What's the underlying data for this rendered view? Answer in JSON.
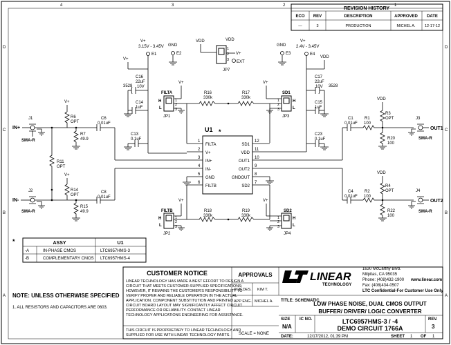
{
  "border": {
    "cols_top": [
      "4",
      "3",
      "2",
      "1"
    ],
    "rows_side": [
      "D",
      "C",
      "B",
      "A"
    ]
  },
  "revision": {
    "title": "REVISION HISTORY",
    "headers": [
      "ECO",
      "REV",
      "DESCRIPTION",
      "APPROVED",
      "DATE"
    ],
    "row": [
      "—",
      "3",
      "PRODUCTION",
      "MICHEL A.",
      "12-17-12"
    ]
  },
  "supplies": {
    "vplus1": "V+",
    "range1": "3.15V - 3.45V",
    "e1": "E1",
    "gnd1": "GND",
    "e2": "E2",
    "vplus2": "V+",
    "range2": "2.4V - 3.45V",
    "e4": "E4",
    "gnd2": "GND",
    "e3": "E3",
    "vdd_a": "VDD",
    "vdd_b": "VDD",
    "jp7_vplus": "V+",
    "jp7_ext": "EXT",
    "jp7": "JP7",
    "vdd_c": "VDD"
  },
  "parts": {
    "c16": [
      "C16",
      "22uF",
      "10V",
      "3528"
    ],
    "c17": [
      "C17",
      "22uF",
      "10V",
      "3528"
    ],
    "c14": [
      "C14",
      "1uF"
    ],
    "c15": [
      "C15",
      "1uF"
    ],
    "c13": [
      "C13",
      "0.1uF"
    ],
    "c23": [
      "C23",
      "0.1uF"
    ],
    "c6": [
      "C6",
      "0.01uF"
    ],
    "c8": [
      "C8",
      "0.01uF"
    ],
    "c1": [
      "C1",
      "0.01uF"
    ],
    "c4": [
      "C4",
      "0.01uF"
    ],
    "r16": [
      "R16",
      "330k"
    ],
    "r17": [
      "R17",
      "330k"
    ],
    "r18": [
      "R18",
      "330k"
    ],
    "r19": [
      "R19",
      "330k"
    ],
    "r6": [
      "R6",
      "OPT"
    ],
    "r7": [
      "R7",
      "49.9"
    ],
    "r11": [
      "R11",
      "OPT"
    ],
    "r14": [
      "R14",
      "OPT"
    ],
    "r15": [
      "R15",
      "49.9"
    ],
    "r1": [
      "R1",
      "100"
    ],
    "r2": [
      "R2",
      "100"
    ],
    "r3": [
      "R3",
      "OPT"
    ],
    "r4": [
      "R4",
      "OPT"
    ],
    "r20": [
      "R20",
      "100"
    ],
    "r22": [
      "R22",
      "100"
    ],
    "vplus_small": "V+",
    "vdd_small": "VDD"
  },
  "jumpers": {
    "filta": "FILTA",
    "jp1": "JP1",
    "sd1": "SD1",
    "jp3": "JP3",
    "filtb": "FILTB",
    "jp2": "JP2",
    "sd2": "SD2",
    "jp4": "JP4",
    "h": "H",
    "l": "L"
  },
  "connectors": {
    "j1": "J1",
    "j1_type": "SMA-R",
    "in_p": "IN+",
    "j2": "J2",
    "j2_type": "SMA-R",
    "in_n": "IN-",
    "j3": "J3",
    "j3_type": "SMA-R",
    "out1": "OUT1",
    "j4": "J4",
    "j4_type": "SMA-R",
    "out2": "OUT2"
  },
  "ic": {
    "ref": "U1",
    "star": "*",
    "pins_left": [
      {
        "name": "FILTA",
        "num": "1"
      },
      {
        "name": "V+",
        "num": "2"
      },
      {
        "name": "IN+",
        "num": "3"
      },
      {
        "name": "IN-",
        "num": "4"
      },
      {
        "name": "GND",
        "num": "5"
      },
      {
        "name": "FILTB",
        "num": "6"
      }
    ],
    "pins_right": [
      {
        "name": "SD1",
        "num": "12"
      },
      {
        "name": "VDD",
        "num": "11"
      },
      {
        "name": "OUT1",
        "num": "10"
      },
      {
        "name": "OUT2",
        "num": "9"
      },
      {
        "name": "GNDOUT",
        "num": "8"
      },
      {
        "name": "SD2",
        "num": "7"
      }
    ]
  },
  "assy": {
    "star": "*",
    "headers": [
      "ASSY",
      "U1"
    ],
    "rows": [
      [
        "-A",
        "IN-PHASE CMOS",
        "LTC6957HMS-3"
      ],
      [
        "-B",
        "COMPLEMENTARY CMOS",
        "LTC6957HMS-4"
      ]
    ]
  },
  "notes": {
    "title": "NOTE: UNLESS OTHERWISE SPECIFIED",
    "item1": "1.  ALL RESISTORS AND CAPACITORS ARE 0603."
  },
  "customer": {
    "title": "CUSTOMER NOTICE",
    "body": [
      "LINEAR TECHNOLOGY HAS MADE A BEST EFFORT TO DESIGN A",
      "CIRCUIT THAT MEETS CUSTOMER-SUPPLIED SPECIFICATIONS;",
      "HOWEVER, IT REMAINS THE CUSTOMER'S RESPONSIBILITY TO",
      "VERIFY PROPER AND RELIABLE OPERATION IN THE ACTUAL",
      "APPLICATION.  COMPONENT SUBSTITUTION AND PRINTED",
      "CIRCUIT BOARD LAYOUT MAY SIGNIFICANTLY AFFECT CIRCUIT",
      "PERFORMANCE OR RELIABILITY.  CONTACT LINEAR",
      "TECHNOLOGY APPLICATIONS ENGINEERING FOR ASSISTANCE."
    ],
    "proprietary": [
      "THIS CIRCUIT IS PROPRIETARY TO LINEAR TECHNOLOGY AND",
      "SUPPLIED FOR USE WITH LINEAR TECHNOLOGY PARTS."
    ]
  },
  "approvals": {
    "title": "APPROVALS",
    "pcb_des": "PCB DES.",
    "pcb_name": "KIM T.",
    "app_eng": "APP ENG.",
    "app_name": "MICHEL A.",
    "scale": "SCALE = NONE"
  },
  "company": {
    "logo": "LINEAR",
    "logo_sub": "TECHNOLOGY",
    "address": [
      "1630 McCarthy Blvd.",
      "Milpitas, CA 95035",
      "Phone: (408)432-1900",
      "Fax: (408)434-0507"
    ],
    "web": "www.linear.com",
    "confidential": "LTC Confidential-For Customer Use Only"
  },
  "titleblock": {
    "title_label": "TITLE: SCHEMATIC",
    "title1": "LOW PHASE NOISE, DUAL CMOS OUTPUT",
    "title2": "BUFFER/ DRIVER/ LOGIC CONVERTER",
    "size_label": "SIZE",
    "size": "N/A",
    "icno_label": "IC NO.",
    "part": "LTC6957HMS-3 / -4",
    "demo": "DEMO CIRCUIT 1766A",
    "rev_label": "REV.",
    "rev": "3",
    "date_label": "DATE:",
    "date": "12/17/2012, 01:39 PM",
    "sheet_label": "SHEET",
    "sheet": "1",
    "of_label": "OF",
    "of": "1"
  }
}
